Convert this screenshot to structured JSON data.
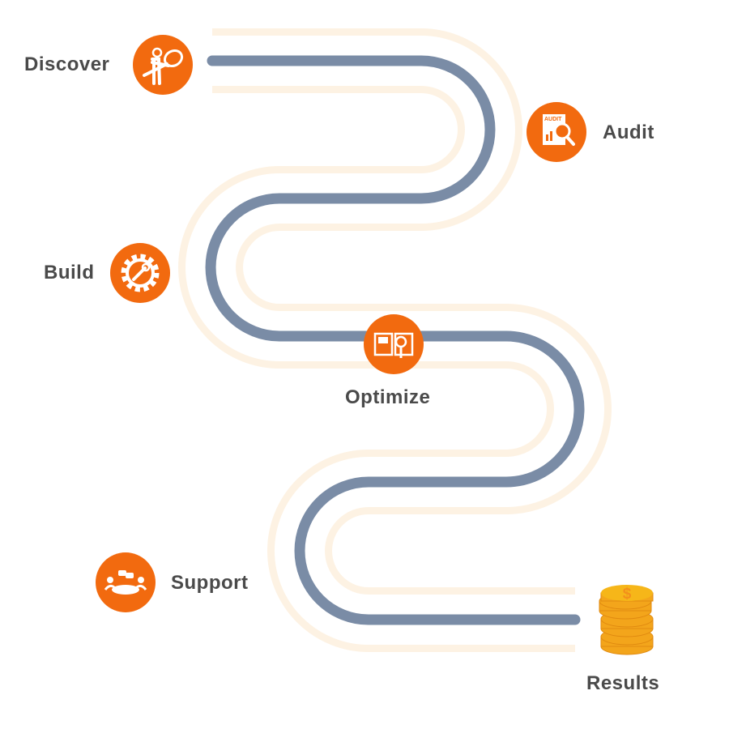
{
  "colors": {
    "accent": "#f26a0f",
    "road": "#7a8ca6",
    "road_edge": "#fdf2e3",
    "coin": "#f6b619"
  },
  "steps": [
    {
      "label": "Discover",
      "icon": "explorer-magnifier-icon"
    },
    {
      "label": "Audit",
      "icon": "audit-report-icon",
      "icon_text": "AUDIT"
    },
    {
      "label": "Build",
      "icon": "gear-wrench-icon"
    },
    {
      "label": "Optimize",
      "icon": "book-magnifier-icon"
    },
    {
      "label": "Support",
      "icon": "team-meeting-icon"
    },
    {
      "label": "Results",
      "icon": "coin-stack-icon",
      "icon_text": "$"
    }
  ]
}
